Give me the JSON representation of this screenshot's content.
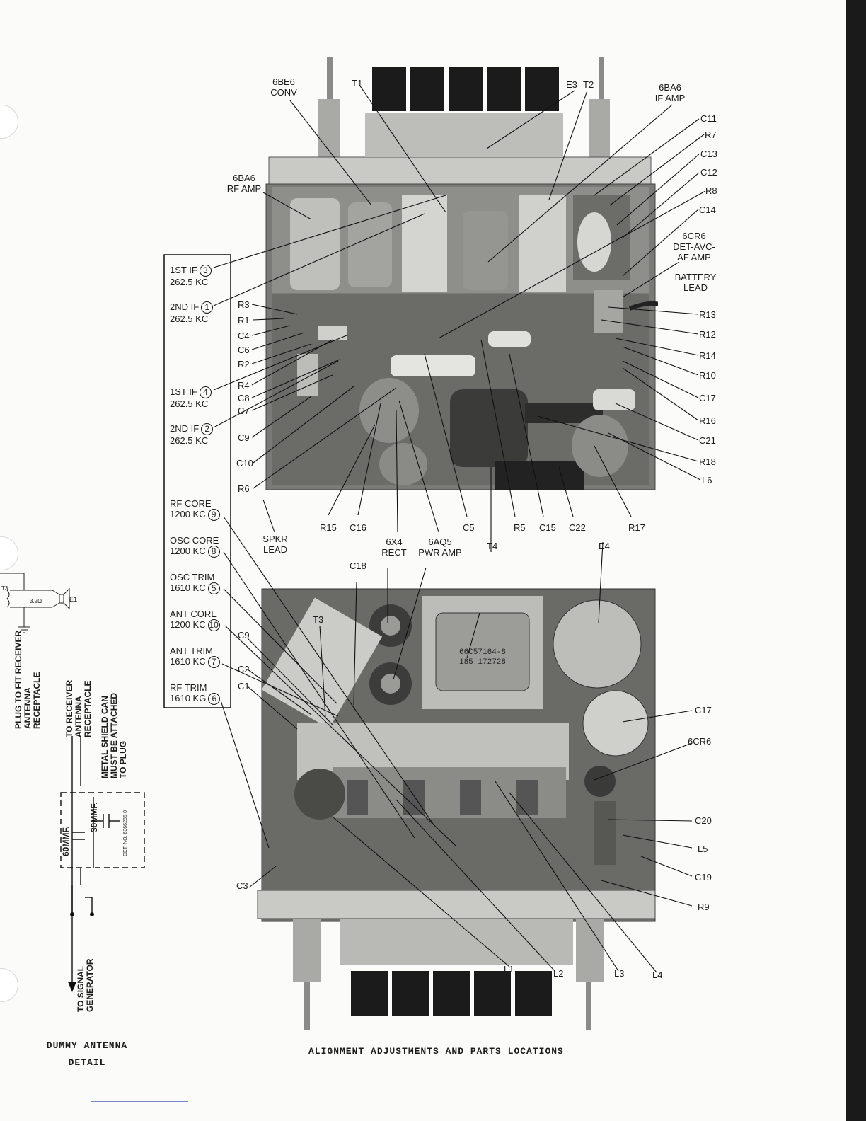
{
  "upper_labels_top": [
    {
      "id": "6be6",
      "text": "6BE6\nCONV"
    },
    {
      "id": "t1",
      "text": "T1"
    },
    {
      "id": "e3",
      "text": "E3"
    },
    {
      "id": "t2",
      "text": "T2"
    },
    {
      "id": "6ba6-if",
      "text": "6BA6\nIF AMP"
    },
    {
      "id": "6ba6-rf",
      "text": "6BA6\nRF AMP"
    }
  ],
  "upper_labels_right": [
    "C11",
    "R7",
    "C13",
    "C12",
    "R8",
    "C14",
    "6CR6\nDET-AVC-\nAF AMP",
    "BATTERY\nLEAD",
    "R13",
    "R12",
    "R14",
    "R10",
    "C17",
    "R16",
    "C21",
    "R18",
    "L6"
  ],
  "upper_labels_left": [
    "R3",
    "R1",
    "C4",
    "C6",
    "R2",
    "R4",
    "C8",
    "C7",
    "C9",
    "C10",
    "R6"
  ],
  "upper_labels_bottom": [
    {
      "id": "spkr",
      "text": "SPKR\nLEAD"
    },
    {
      "id": "r15",
      "text": "R15"
    },
    {
      "id": "c16",
      "text": "C16"
    },
    {
      "id": "6x4",
      "text": "6X4\nRECT"
    },
    {
      "id": "6aq5",
      "text": "6AQ5\nPWR AMP"
    },
    {
      "id": "c5",
      "text": "C5"
    },
    {
      "id": "r5",
      "text": "R5"
    },
    {
      "id": "c15",
      "text": "C15"
    },
    {
      "id": "c22",
      "text": "C22"
    },
    {
      "id": "r17",
      "text": "R17"
    }
  ],
  "lower_labels": {
    "t4": "T4",
    "e4": "E4",
    "t3": "T3",
    "c18": "C18",
    "c9": "C9",
    "c2": "C2",
    "c1": "C1",
    "c3": "C3",
    "c17": "C17",
    "6cr6": "6CR6",
    "c20": "C20",
    "l5": "L5",
    "c19": "C19",
    "r9": "R9",
    "l1": "L1",
    "l2": "L2",
    "l3": "L3",
    "l4": "L4"
  },
  "alignment_box": [
    {
      "name": "1ST IF",
      "num": "3",
      "freq": "262.5 KC"
    },
    {
      "name": "2ND IF",
      "num": "1",
      "freq": "262.5 KC"
    },
    {
      "name": "1ST IF",
      "num": "4",
      "freq": "262.5 KC"
    },
    {
      "name": "2ND IF",
      "num": "2",
      "freq": "262.5 KC"
    },
    {
      "name": "RF CORE",
      "num": "9",
      "freq": "1200 KC"
    },
    {
      "name": "OSC CORE",
      "num": "8",
      "freq": "1200 KC"
    },
    {
      "name": "OSC TRIM",
      "num": "5",
      "freq": "1610 KC"
    },
    {
      "name": "ANT CORE",
      "num": "10",
      "freq": "1200 KC"
    },
    {
      "name": "ANT TRIM",
      "num": "7",
      "freq": "1610 KC"
    },
    {
      "name": "RF TRIM",
      "num": "6",
      "freq": "1610 KG"
    }
  ],
  "dummy_antenna": {
    "plug_note": "PLUG TO FIT RECEIVER\nANTENNA RECEPTACLE",
    "to_receiver": "TO RECEIVER\nANTENNA\nRECEPTACLE",
    "shield_note": "METAL SHIELD CAN\nMUST BE ATTACHED\nTO PLUG",
    "cap1": "60MMF.",
    "cap2": "30MMF.",
    "det_no": "DET. NO. 6366285-0",
    "to_generator": "TO SIGNAL\nGENERATOR",
    "caption": "DUMMY ANTENNA\nDETAIL"
  },
  "partial_schematic": {
    "t3": "T3",
    "value": "3.2Ω",
    "e1": "E1"
  },
  "transformer_marking": "66C57164-8\n185   172728",
  "page_caption": "ALIGNMENT ADJUSTMENTS AND PARTS LOCATIONS"
}
